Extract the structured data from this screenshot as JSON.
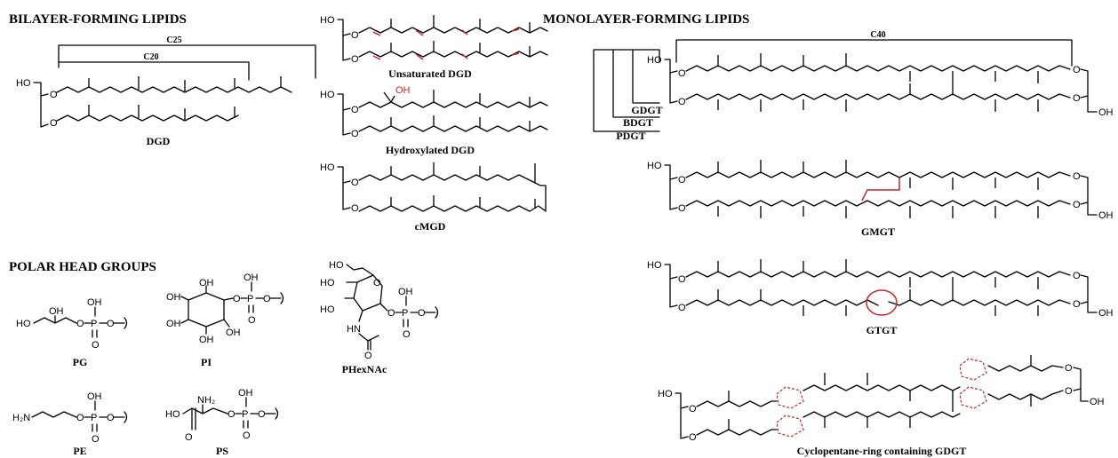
{
  "sections": {
    "bilayer": "BILAYER-FORMING LIPIDS",
    "monolayer": "MONOLAYER-FORMING LIPIDS",
    "polar": "POLAR HEAD GROUPS"
  },
  "bilayer": {
    "dgd_label": "DGD",
    "c25_label": "C25",
    "c20_label": "C20",
    "unsat_label": "Unsaturated DGD",
    "hydrox_label": "Hydroxylated DGD",
    "hydrox_oh": "OH",
    "cmgd_label": "cMGD"
  },
  "monolayer": {
    "c40_label": "C40",
    "gdgt_label": "GDGT",
    "bdgt_label": "BDGT",
    "pdgt_label": "PDGT",
    "gmgt_label": "GMGT",
    "gtgt_label": "GTGT",
    "cyclo_label": "Cyclopentane-ring containing GDGT"
  },
  "atoms": {
    "ho": "HO",
    "oh": "OH",
    "o": "O",
    "p": "P",
    "nh2": "NH₂",
    "h2n": "H₂N",
    "hn": "HN"
  },
  "polar": {
    "pg_label": "PG",
    "pi_label": "PI",
    "pe_label": "PE",
    "ps_label": "PS",
    "phexnac_label": "PHexNAc"
  },
  "colors": {
    "highlight": "#c0262a",
    "ink": "#000000"
  }
}
